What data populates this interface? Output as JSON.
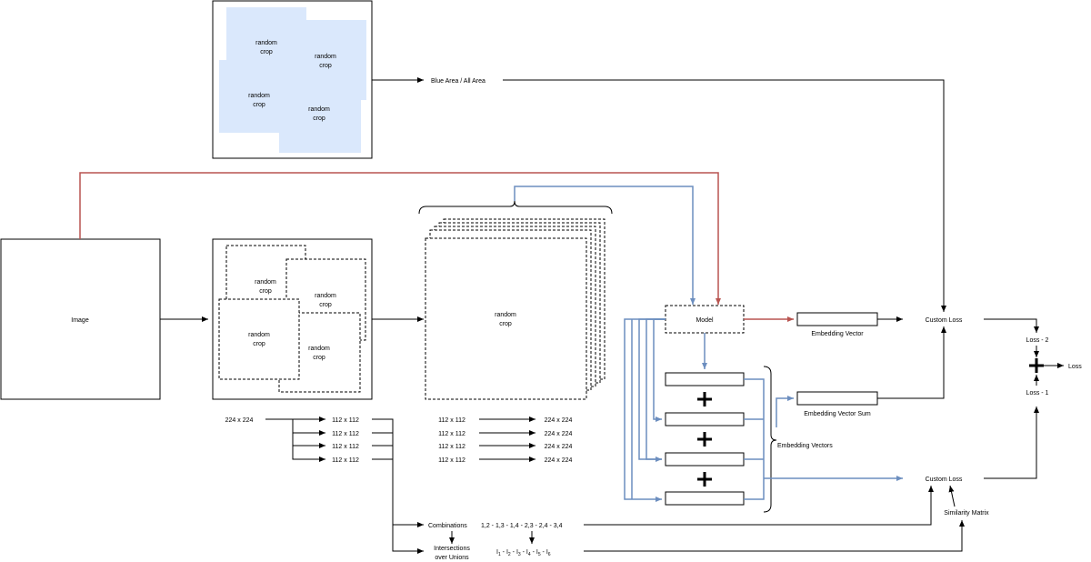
{
  "labels": {
    "image": "Image",
    "random_crop_1": "random",
    "random_crop_2": "crop",
    "model": "Model",
    "embedding_vector": "Embedding Vector",
    "embedding_vector_sum": "Embedding Vector Sum",
    "embedding_vectors": "Embedding Vectors",
    "custom_loss": "Custom Loss",
    "blue_area": "Blue Area / All Area",
    "loss_2": "Loss - 2",
    "loss_1": "Loss - 1",
    "loss": "Loss",
    "similarity_matrix": "Similarity Matrix",
    "combinations": "Combinations",
    "combinations_list": "1,2 - 1,3 - 1,4 - 2,3 - 2,4 - 3,4",
    "intersections_1": "Intersections",
    "intersections_2": "over Unions",
    "size_224": "224 x 224",
    "size_112": "112 x 112",
    "iou_i": "I",
    "iou_sep": " - ",
    "iou_subs": [
      "1",
      "2",
      "3",
      "4",
      "5",
      "6"
    ]
  },
  "colors": {
    "blue_region": "#dae8fc",
    "blue_arrow": "#6c8ebf",
    "red_arrow": "#b85450"
  }
}
